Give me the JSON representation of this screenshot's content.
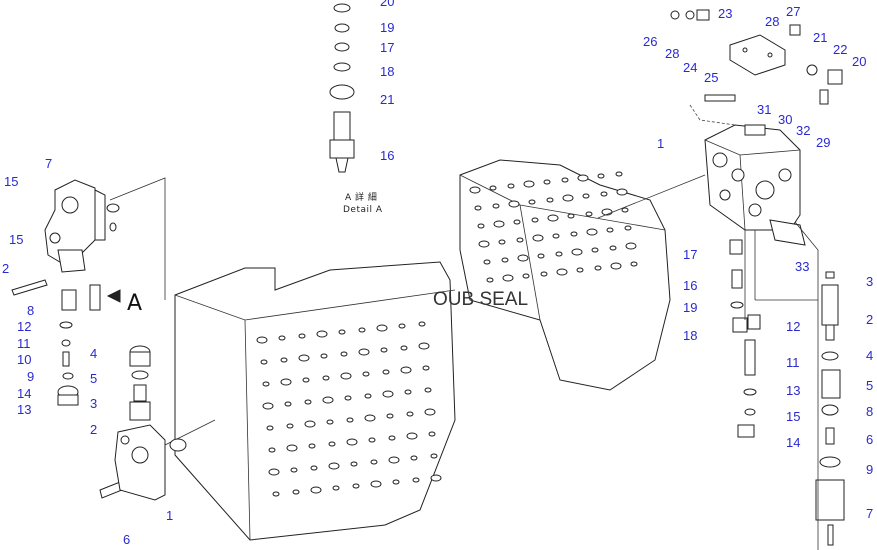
{
  "detail_caption": {
    "japanese": "A 詳 細",
    "english": "Detail A"
  },
  "view_arrow_letter": "A",
  "watermark_text": "OUB SEAL",
  "label_color": "#2a2ad0",
  "callouts": {
    "detail": [
      "20",
      "19",
      "17",
      "18",
      "21",
      "16"
    ],
    "left": [
      "7",
      "15",
      "15",
      "2",
      "8",
      "12",
      "11",
      "10",
      "9",
      "14",
      "13"
    ],
    "center": [
      "4",
      "5",
      "3",
      "2",
      "1",
      "6"
    ],
    "top_right": [
      "26",
      "28",
      "24",
      "23",
      "28",
      "27",
      "25",
      "21",
      "22",
      "20",
      "31",
      "30",
      "32",
      "29",
      "1"
    ],
    "right": [
      "17",
      "16",
      "19",
      "18",
      "12",
      "11",
      "13",
      "15",
      "14",
      "33"
    ],
    "far_right": [
      "3",
      "2",
      "4",
      "5",
      "8",
      "6",
      "9",
      "7"
    ]
  }
}
